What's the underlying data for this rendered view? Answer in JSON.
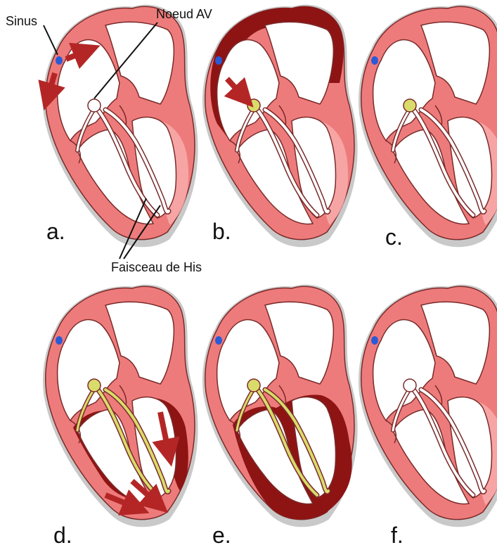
{
  "annotations": {
    "sinus": "Sinus",
    "av_node": "Noeud AV",
    "his_bundle": "Faisceau de His"
  },
  "panels": [
    {
      "label": "a.",
      "atria_active": false,
      "ventricles_active": false,
      "av_node_active": false,
      "conduction_active": false,
      "arrows": "sinus-spread"
    },
    {
      "label": "b.",
      "atria_active": true,
      "ventricles_active": false,
      "av_node_active": true,
      "conduction_active": false,
      "arrows": "to-av-node"
    },
    {
      "label": "c.",
      "atria_active": false,
      "ventricles_active": false,
      "av_node_active": true,
      "conduction_active": false,
      "arrows": "none"
    },
    {
      "label": "d.",
      "atria_active": false,
      "ventricles_active": "partial",
      "av_node_active": true,
      "conduction_active": true,
      "arrows": "ventricular-spread"
    },
    {
      "label": "e.",
      "atria_active": false,
      "ventricles_active": true,
      "av_node_active": true,
      "conduction_active": true,
      "arrows": "none"
    },
    {
      "label": "f.",
      "atria_active": false,
      "ventricles_active": false,
      "av_node_active": false,
      "conduction_active": false,
      "arrows": "none"
    }
  ],
  "colors": {
    "myocardium": "#ee7b7b",
    "myocardium_light": "#f7a9a9",
    "outline": "#7a2a2a",
    "outer_glow": "#c9c9c9",
    "chamber": "#ffffff",
    "activated": "#8e1414",
    "sinus_node": "#2a5bd7",
    "node_idle": "#ffffff",
    "node_active": "#d9dc6a",
    "conduction_active": "#d9dc6a",
    "arrow": "#b42626"
  },
  "icons": [
    "heart-diagram",
    "sinus-node-icon",
    "av-node-icon",
    "arrow-icon"
  ]
}
